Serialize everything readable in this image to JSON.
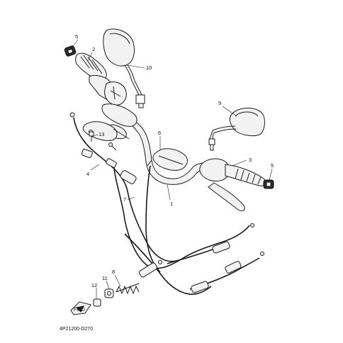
{
  "callouts": [
    "5",
    "2",
    "10",
    "9",
    "13",
    "6",
    "3",
    "5",
    "4",
    "7",
    "1",
    "8",
    "11",
    "12"
  ],
  "diagram_code": "4P21200-D270",
  "fwd_mark": "FWD"
}
